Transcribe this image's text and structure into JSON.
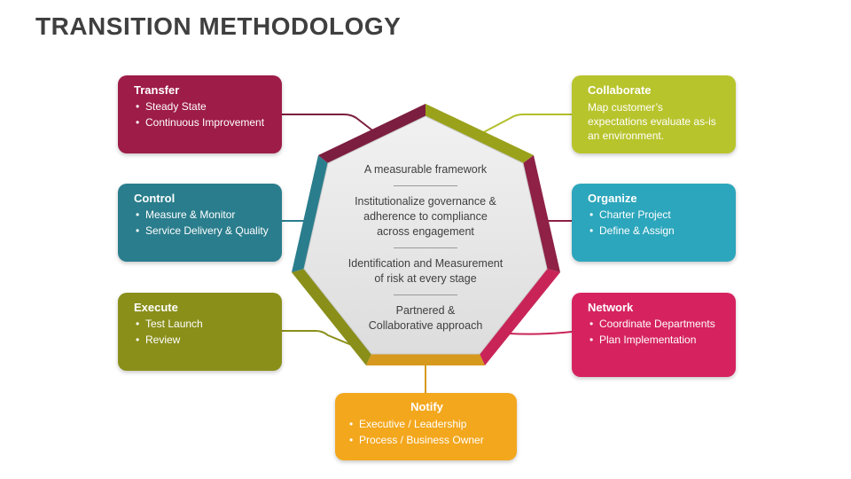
{
  "slide": {
    "title": "TRANSITION METHODOLOGY"
  },
  "heptagon": {
    "items": [
      "A measurable framework",
      "Institutionalize governance &\nadherence to compliance\nacross engagement",
      "Identification and Measurement\nof risk at every stage",
      "Partnered &\nCollaborative approach"
    ]
  },
  "boxes": {
    "transfer": {
      "title": "Transfer",
      "bullets": [
        "Steady State",
        "Continuous Improvement"
      ]
    },
    "control": {
      "title": "Control",
      "bullets": [
        "Measure & Monitor",
        "Service Delivery & Quality"
      ]
    },
    "execute": {
      "title": "Execute",
      "bullets": [
        "Test Launch",
        "Review"
      ]
    },
    "collaborate": {
      "title": "Collaborate",
      "text": "Map customer’s expectations evaluate as-is an environment."
    },
    "organize": {
      "title": "Organize",
      "bullets": [
        "Charter Project",
        "Define & Assign"
      ]
    },
    "network": {
      "title": "Network",
      "bullets": [
        "Coordinate Departments",
        "Plan Implementation"
      ]
    },
    "notify": {
      "title": "Notify",
      "bullets": [
        "Executive / Leadership",
        "Process / Business Owner"
      ]
    }
  },
  "colors": {
    "transfer": "#9E1C48",
    "control": "#2A7D8C",
    "execute": "#8A8F1A",
    "collaborate": "#B8C42C",
    "organize": "#2CA6BC",
    "network": "#D62360",
    "notify": "#F3A71D",
    "edge_top_left": "#7C1E3F",
    "edge_top_right": "#9AA21B",
    "edge_right": "#8E2145",
    "edge_lower_right": "#C92458",
    "edge_bottom": "#D7991D",
    "edge_lower_left": "#8A8F1A",
    "edge_upper_left": "#2A7D8C",
    "heptagon_fill": "#E8E8E8",
    "title_text": "#3F3F3F"
  }
}
